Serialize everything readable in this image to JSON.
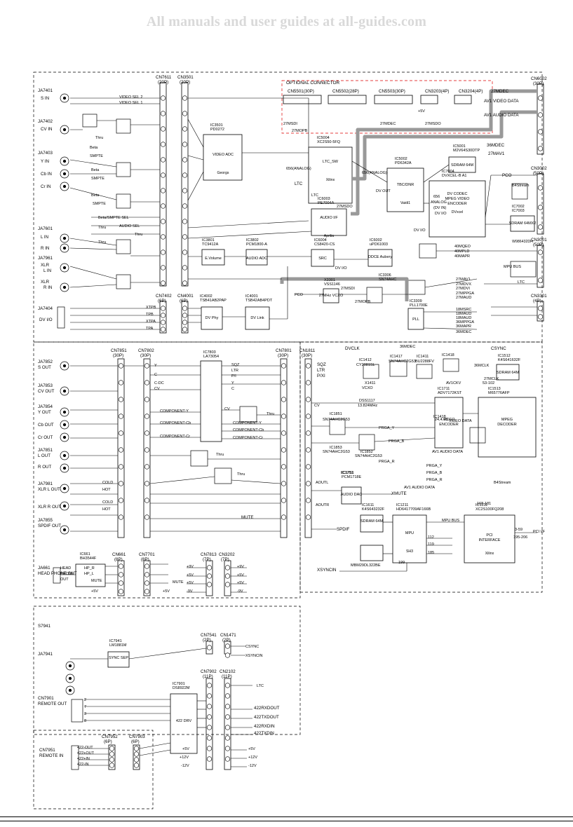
{
  "banner": "All manuals and user guides at all-guides.com",
  "jacks_top": [
    "JA7401",
    "JA7402",
    "JA7403",
    "JA7601",
    "JA7961",
    "JA7404"
  ],
  "jacks_top_labels": [
    "S IN",
    "CV IN",
    "Y IN",
    "Cb IN",
    "Cr IN",
    "L IN",
    "R IN",
    "XLR L IN",
    "XLR R IN",
    "DV I/O"
  ],
  "connectors": {
    "cn7611": {
      "name": "CN7611",
      "pins": "(20P)"
    },
    "cn3501": {
      "name": "CN3501",
      "pins": "(20P)"
    },
    "cn6002": {
      "name": "CN6002",
      "pins": "(30P)"
    },
    "cn3002": {
      "name": "CN3002",
      "pins": "(50P)"
    },
    "cn3001": {
      "name": "CN3001",
      "pins": "(50P)"
    },
    "cn3301": {
      "name": "CN3301",
      "pins": "(4P)"
    },
    "cn7402": {
      "name": "CN7402",
      "pins": "(6P)"
    },
    "cn4001": {
      "name": "CN4001",
      "pins": "(6P)"
    },
    "cn7851": {
      "name": "CN7851",
      "pins": "(30P)"
    },
    "cn7802": {
      "name": "CN7802",
      "pins": "(30P)"
    },
    "cn7801": {
      "name": "CN7801",
      "pins": "(30P)"
    },
    "cn1811": {
      "name": "CN1811",
      "pins": "(30P)"
    },
    "cn661": {
      "name": "CN661",
      "pins": "(8P)"
    },
    "cn7701": {
      "name": "CN7701",
      "pins": "(8P)"
    },
    "cn7813": {
      "name": "CN7813",
      "pins": "(7P)"
    },
    "cn3202": {
      "name": "CN3202",
      "pins": "(7P)"
    },
    "cn7541": {
      "name": "CN7541",
      "pins": "(2P)"
    },
    "cn1471": {
      "name": "CN1471",
      "pins": "(2P)"
    },
    "cn7902": {
      "name": "CN7902",
      "pins": "(11P)"
    },
    "cn2102": {
      "name": "CN2102",
      "pins": "(11P)"
    },
    "cn7952": {
      "name": "CN7952",
      "pins": "(6P)"
    },
    "cn7903": {
      "name": "CN7903",
      "pins": "(6P)"
    }
  },
  "optional": {
    "title": "OPTIONAL CONNECTOR",
    "items": [
      "CN5501(30P)",
      "CN5502(28P)",
      "CN5503(30P)",
      "CN3203(4P)",
      "CN3204(4P)"
    ]
  },
  "ics": {
    "ic3501": {
      "name": "IC3501",
      "part": "PD0272",
      "label": "VIDEO ADC",
      "sub": "Georgs"
    },
    "ic5004": {
      "name": "IC5004",
      "part": "XC2S50-5FQ",
      "label": "LTC_SW",
      "sub": "Xilinx"
    },
    "ic5002": {
      "name": "IC5002",
      "part": "PD6342A",
      "label": "TBC/DNR",
      "sub": "Vaidi1"
    },
    "ic5001": {
      "name": "IC5001",
      "part": "M2V64S30DTP",
      "label": "SDRAM 64M"
    },
    "ic7004": {
      "name": "IC7004",
      "part": "DVXCEL-B A1",
      "label": "DV CODEC MPEG VIDEO ENCODER",
      "sub": "DVxcel"
    },
    "ic7002": {
      "name": "IC7002",
      "part": "IC7003",
      "label": "SDRAM 64MX2",
      "sub": "W986432DH"
    },
    "ic6003": {
      "name": "IC6003",
      "part": "PE7004A",
      "label": "AUDIO I/F",
      "sub": "Aprilia"
    },
    "ic3801": {
      "name": "IC3801",
      "part": "TC9412A",
      "label": "E.Volume"
    },
    "ic3802": {
      "name": "IC3802",
      "part": "PCM1800-A",
      "label": "AUDIO ADC"
    },
    "ic6004": {
      "name": "IC6004",
      "part": "CS8420-CS",
      "label": "SRC"
    },
    "ic6002": {
      "name": "IC6002",
      "part": "uPD61003",
      "label": "DDCE Aubery"
    },
    "ic4002": {
      "name": "IC4002",
      "part": "TSB41AB2PAP",
      "label": "DV Phy"
    },
    "ic4001": {
      "name": "IC4001",
      "part": "TSB42AB4PDT",
      "label": "DV Link"
    },
    "x3301": {
      "name": "X3301",
      "part": "VSS1146",
      "label": "27MHz VCXO"
    },
    "ic3306": {
      "name": "IC3306",
      "part": "SN74AHC"
    },
    "ic3309": {
      "name": "IC3309",
      "part": "PLL1700E",
      "label": "PLL"
    },
    "ic7803": {
      "name": "IC7803",
      "part": "LA73054"
    },
    "ic1711": {
      "name": "IC1711",
      "part": "ADV7172KST",
      "label": "VIDEO ENCODER"
    },
    "ic1513": {
      "name": "IC1513",
      "part": "M65776AFP",
      "label": "MPEG DECODER"
    },
    "ic1512": {
      "name": "IC1512",
      "part": "K4S641632F",
      "label": "SDRAM 64M"
    },
    "ic1211": {
      "name": "IC1211",
      "part": "HD6417709AF166B",
      "label": "MPU",
      "sub": "SH3"
    },
    "ic1611": {
      "name": "IC1611",
      "part": "K4S643232F",
      "label": "SDRAM 64M"
    },
    "ic1311": {
      "name": "IC1311",
      "part": "XC2S100FQ208",
      "label": "PCI INTERFACE",
      "sub": "Xilinx"
    },
    "ic1751": {
      "name": "IC1751",
      "part": "PCM1718E",
      "label": "AUDIO DAC"
    },
    "ic661": {
      "name": "IC661",
      "part": "BH3544F"
    },
    "ic7941": {
      "name": "IC7941",
      "part": "LM1881M",
      "label": "SYNC SEP"
    },
    "ic7901": {
      "name": "IC7901",
      "part": "DS8922M",
      "label": "422 DRV"
    }
  },
  "signals": [
    "27MDEC",
    "AV1 VIDEO DATA",
    "AV1 AUDIO DATA",
    "36MDEC",
    "27MAV1",
    "PCO",
    "LTC",
    "SQZ",
    "LTR",
    "P/XI",
    "DVCLK",
    "CSYNC",
    "XSYNCIN",
    "MUTE",
    "SPDIF",
    "XMUTE",
    "422RXDOUT",
    "422TXDOUT",
    "422RXDIN",
    "422TXDIN"
  ],
  "bottom_jacks": [
    "S OUT",
    "CV OUT",
    "Y OUT",
    "Cb OUT",
    "Cr OUT",
    "L OUT",
    "R OUT",
    "XLR L OUT",
    "XLR R OUT",
    "SPDIF OUT",
    "HEAD PHONE OUT",
    "REMOTE OUT",
    "REMOTE IN"
  ]
}
